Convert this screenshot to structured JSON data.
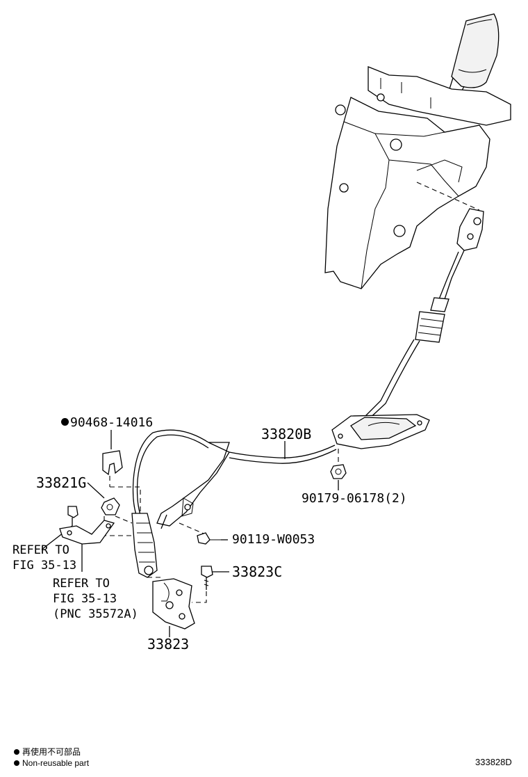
{
  "parts": {
    "cable": "33820B",
    "bushing": "90468-14016",
    "retainer": "33821G",
    "nut": "90179-06178(2)",
    "bolt": "90119-W0053",
    "bracket_bolt": "33823C",
    "bracket": "33823"
  },
  "refer_1": {
    "line1": "REFER TO",
    "line2": "FIG 35-13"
  },
  "refer_2": {
    "line1": "REFER TO",
    "line2": "FIG 35-13",
    "line3": "(PNC 35572A)"
  },
  "legend": {
    "line1": "再使用不可部品",
    "line2": "Non-reusable part"
  },
  "figure_code": "333828D"
}
